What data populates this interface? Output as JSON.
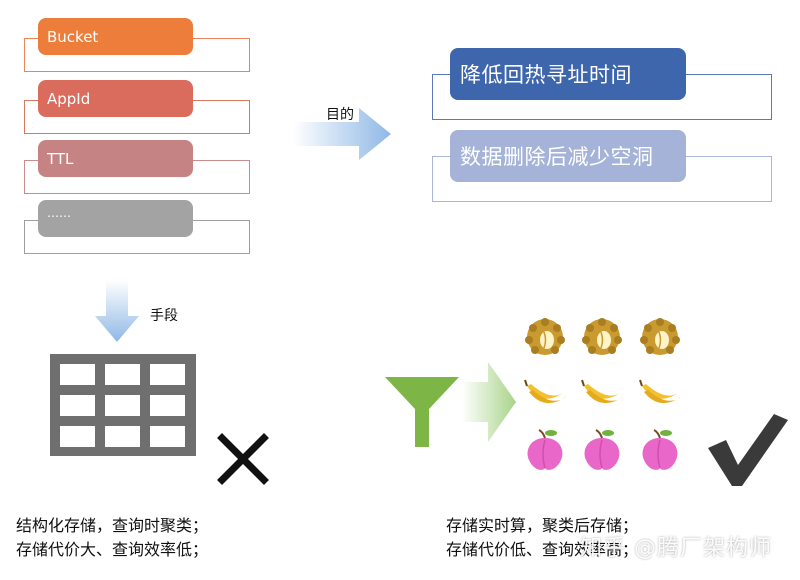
{
  "fields": [
    {
      "label": "Bucket",
      "color": "#ec7d3b",
      "outline": "#e8855a"
    },
    {
      "label": "AppId",
      "color": "#d96c5c",
      "outline": "#d8785e"
    },
    {
      "label": "TTL",
      "color": "#c58383",
      "outline": "#c98c8c"
    },
    {
      "label": "……",
      "color": "#a3a3a3",
      "outline": "#9e9e9e"
    }
  ],
  "purpose_label": "目的",
  "means_label": "手段",
  "goals": [
    {
      "label": "降低回热寻址时间",
      "color": "#3e66ac",
      "outline": "#5a79b6"
    },
    {
      "label": "数据删除后减少空洞",
      "color": "#a5b3d8",
      "outline": "#a9b6d8"
    }
  ],
  "left_caption": [
    "结构化存储，查询时聚类；",
    "存储代价大、查询效率低；"
  ],
  "right_caption": [
    "存储实时算，聚类后存储；",
    "存储代价低、查询效率高；"
  ],
  "watermark": "知乎 @腾厂架构师",
  "colors": {
    "arrow_blue": "#9fc3e8",
    "arrow_green": "#b4d99c",
    "funnel": "#7db647",
    "grid": "#6f6f6f",
    "cross": "#111111",
    "check": "#333333",
    "durian": "#c99a2f",
    "banana": "#f3c02f",
    "peach": "#e967c8"
  },
  "icons": {
    "fruit_rows": [
      "durian",
      "banana",
      "peach"
    ]
  }
}
